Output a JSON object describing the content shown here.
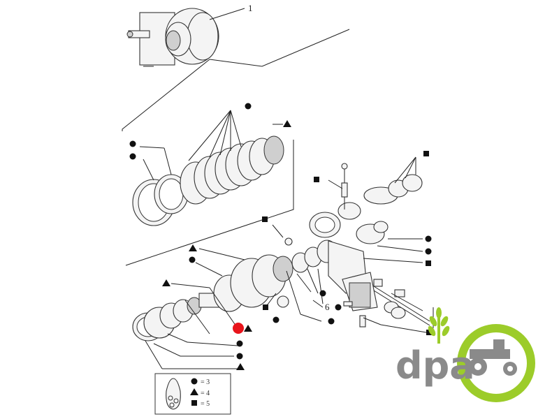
{
  "diagram": {
    "callouts": {
      "assembly": "1",
      "part_6": "6"
    },
    "legend": {
      "row1": "= 3",
      "row2": "= 4",
      "row3": "= 5"
    }
  },
  "colors": {
    "highlight": "#e8141b",
    "logo_gray": "#8a8a8a",
    "logo_green": "#9ccc2a"
  },
  "logo": {
    "text": "dpa"
  }
}
